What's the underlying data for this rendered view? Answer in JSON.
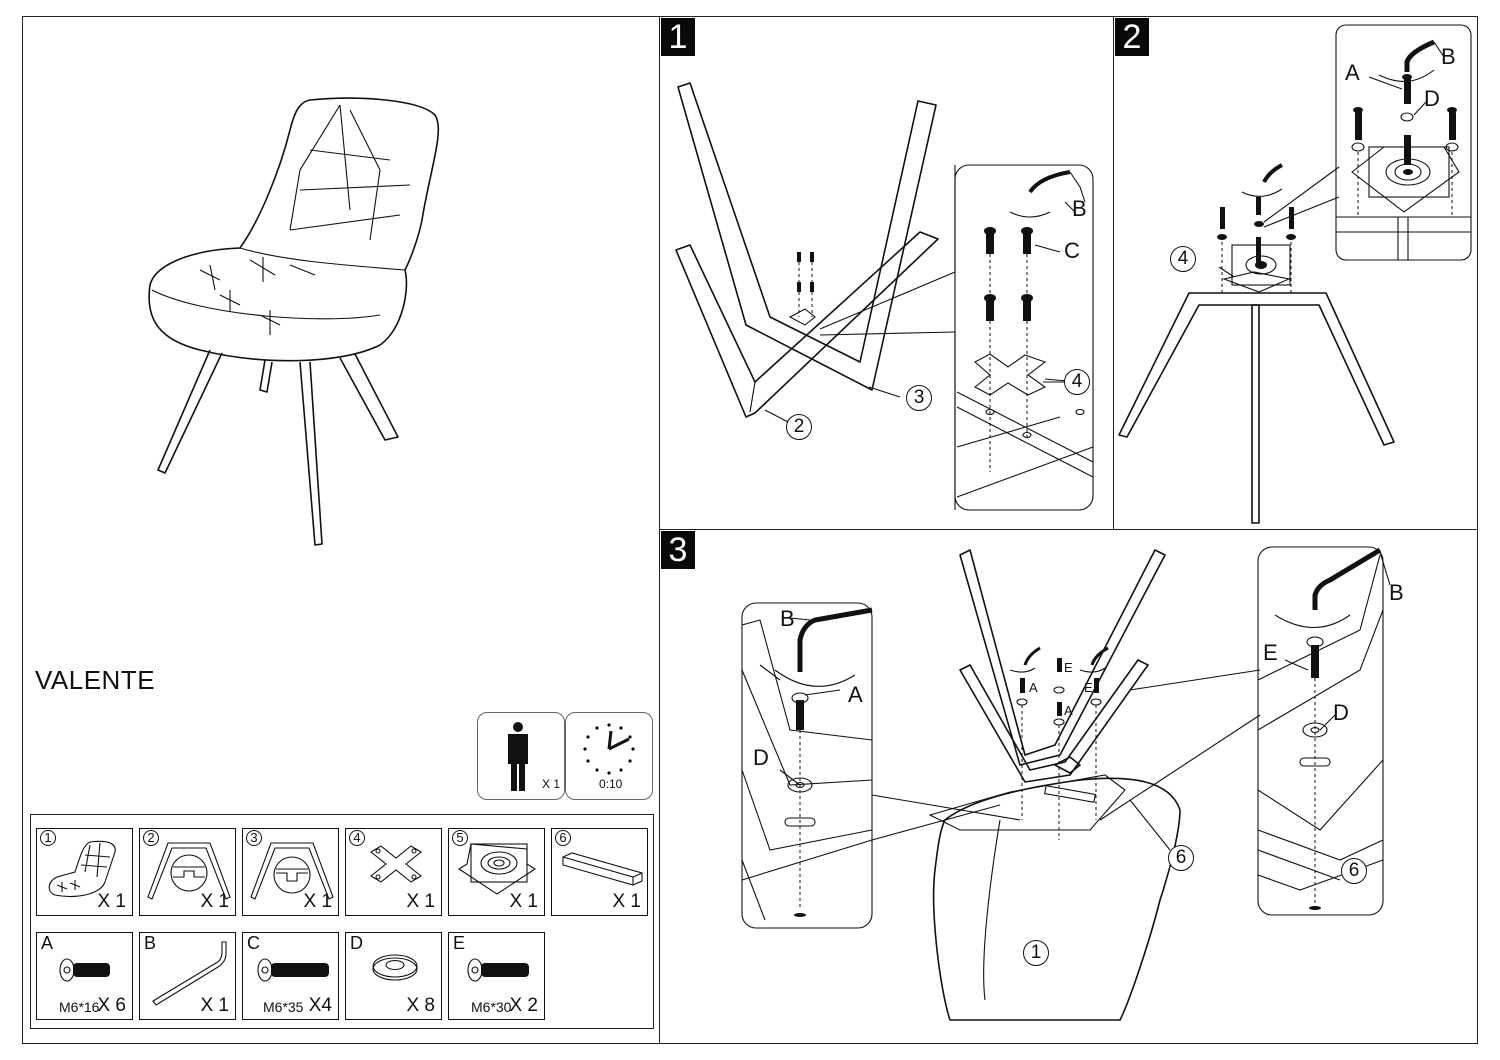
{
  "product": {
    "name": "VALENTE"
  },
  "info_icons": [
    {
      "icon": "person-icon",
      "label": "X 1"
    },
    {
      "icon": "clock-icon",
      "label": "0:10"
    }
  ],
  "parts": [
    {
      "id": "1",
      "name": "seat",
      "qty": "X 1"
    },
    {
      "id": "2",
      "name": "leg-frame",
      "qty": "X 1"
    },
    {
      "id": "3",
      "name": "leg-frame",
      "qty": "X 1"
    },
    {
      "id": "4",
      "name": "cross-plate",
      "qty": "X 1"
    },
    {
      "id": "5",
      "name": "swivel-plate",
      "qty": "X 1"
    },
    {
      "id": "6",
      "name": "bar",
      "qty": "X 1"
    }
  ],
  "hardware": [
    {
      "id": "A",
      "name": "bolt",
      "spec": "M6*16",
      "qty": "X 6"
    },
    {
      "id": "B",
      "name": "allen-key",
      "spec": "",
      "qty": "X 1"
    },
    {
      "id": "C",
      "name": "bolt",
      "spec": "M6*35",
      "qty": "X4"
    },
    {
      "id": "D",
      "name": "washer",
      "spec": "",
      "qty": "X 8"
    },
    {
      "id": "E",
      "name": "bolt",
      "spec": "M6*30",
      "qty": "X 2"
    }
  ],
  "steps": [
    {
      "number": "1",
      "callouts": {
        "b": "B",
        "c": "C",
        "p4": "4",
        "p2": "2",
        "p3": "3"
      }
    },
    {
      "number": "2",
      "callouts": {
        "a": "A",
        "b": "B",
        "d": "D",
        "p4": "4"
      }
    },
    {
      "number": "3",
      "callouts": {
        "b_left": "B",
        "a_left": "A",
        "d_left": "D",
        "b_right": "B",
        "e_right": "E",
        "d_right": "D",
        "p6_center": "6",
        "p6_right": "6",
        "p1": "1",
        "a1": "A",
        "a2": "A",
        "e1": "E",
        "e2": "E"
      }
    }
  ]
}
